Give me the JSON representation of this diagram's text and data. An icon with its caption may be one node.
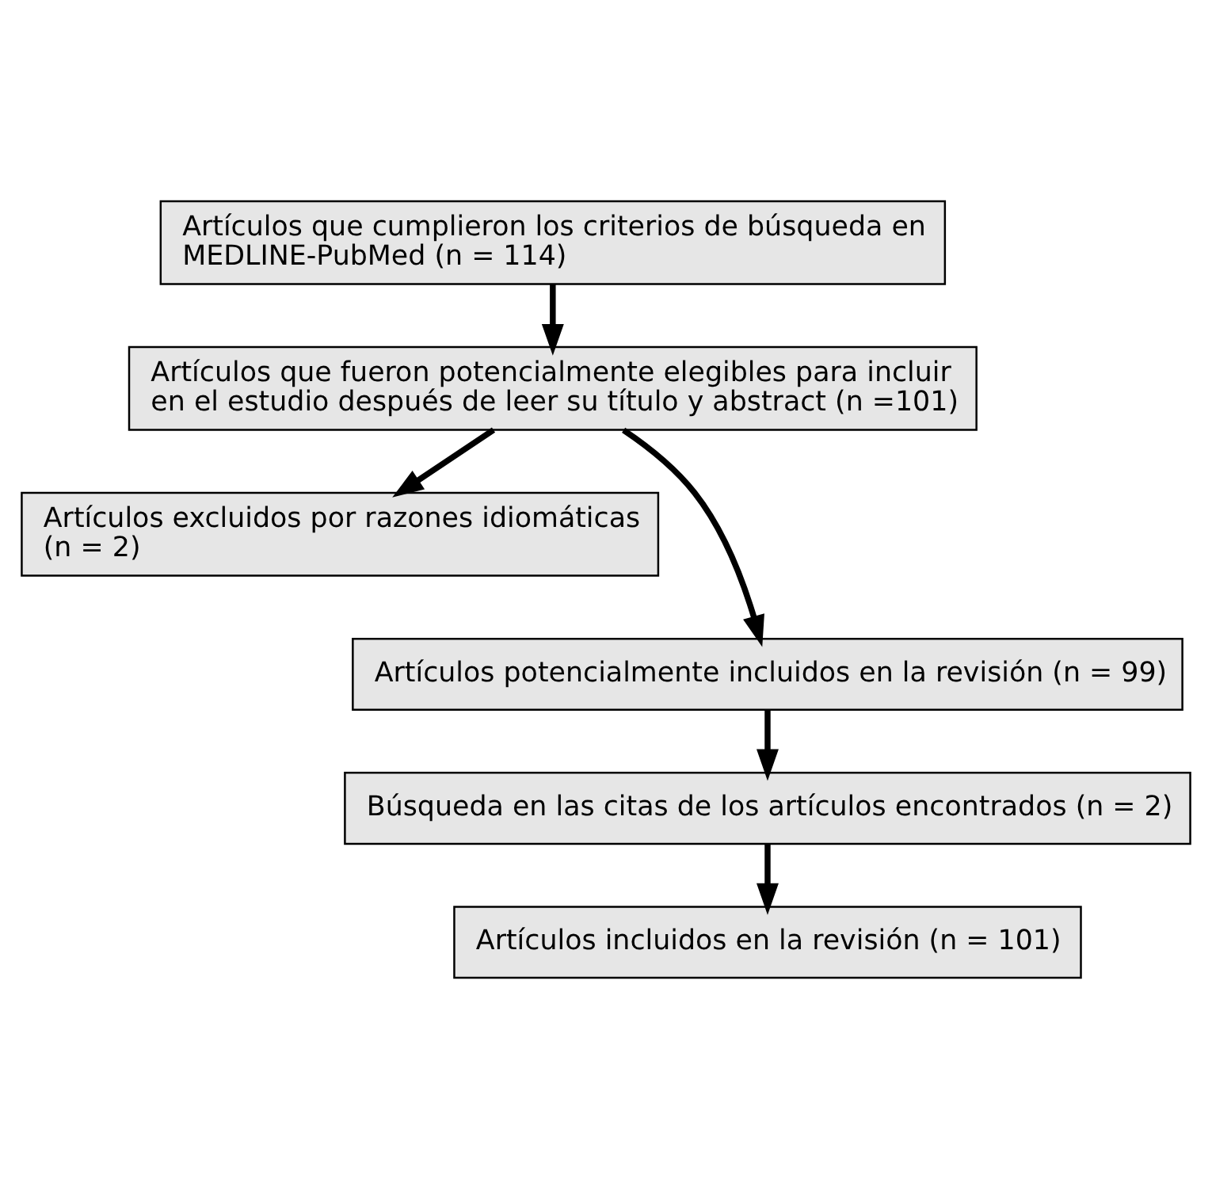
{
  "diagram": {
    "nodes": [
      {
        "text": [
          "Artículos que cumplieron los criterios de búsqueda en MEDLINE-PubMed (n = 114)"
        ]
      },
      {
        "text": [
          "Artículos que fueron potencialmente elegibles para incluir en el estudio después de leer su título y abstract (n =101)"
        ]
      },
      {
        "text": [
          "Artículos excluidos por razones idiomáticas (n = 2)"
        ]
      },
      {
        "text": [
          "Artículos potencialmente incluidos en la revisión (n = 99)"
        ]
      },
      {
        "text": [
          "Búsqueda en las citas de los artículos encontrados (n = 2)"
        ]
      },
      {
        "text": [
          "Artículos incluidos en la revisión (n = 101)"
        ]
      }
    ],
    "edges": [
      {
        "from": 0,
        "to": 1,
        "arrow": "to"
      },
      {
        "from": 1,
        "to": 2,
        "arrow": "to"
      },
      {
        "from": 1,
        "to": 3,
        "arrow": "to"
      },
      {
        "from": 3,
        "to": 4,
        "arrow": "to"
      },
      {
        "from": 4,
        "to": 5,
        "arrow": "to"
      }
    ]
  }
}
